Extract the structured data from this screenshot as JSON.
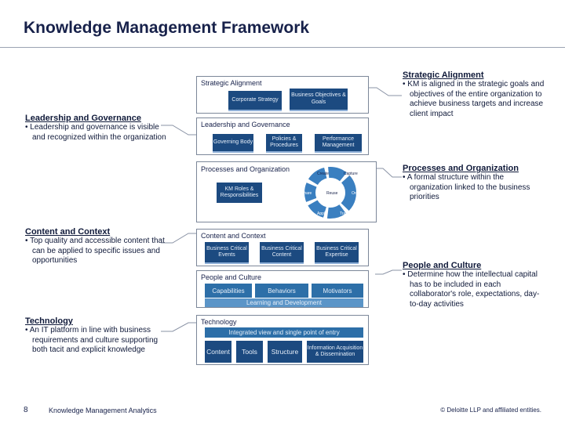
{
  "title": "Knowledge Management Framework",
  "left": {
    "leadership": {
      "heading": "Leadership and Governance",
      "bullet": "• Leadership and governance is visible and recognized within the organization"
    },
    "content": {
      "heading": "Content and Context",
      "bullet": "• Top quality and accessible content that can be applied to specific issues and opportunities"
    },
    "technology": {
      "heading": "Technology",
      "bullet": "• An IT platform in line with business requirements and culture supporting both tacit and explicit knowledge"
    }
  },
  "right": {
    "strategic": {
      "heading": "Strategic Alignment",
      "bullet": "• KM is aligned in the strategic goals and objectives of the entire organization to achieve business targets and increase client impact"
    },
    "processes": {
      "heading": "Processes and Organization",
      "bullet": "• A formal structure within the organization linked to the business priorities"
    },
    "people": {
      "heading": "People and Culture",
      "bullet": "• Determine how the intellectual capital has to be included in each collaborator's role, expectations, day-to-day activities"
    }
  },
  "diagram": {
    "strategic": {
      "label": "Strategic Alignment",
      "tiles": [
        "Corporate Strategy",
        "Business Objectives & Goals"
      ]
    },
    "leadership": {
      "label": "Leadership and Governance",
      "tiles": [
        "Governing Body",
        "Policies & Procedures",
        "Performance Management"
      ]
    },
    "processes": {
      "label": "Processes and Organization",
      "tile": "KM Roles & Responsibilities",
      "cycle": [
        "Create",
        "Capture",
        "Organize",
        "Transfer",
        "Apply",
        "Share",
        "Reuse"
      ]
    },
    "content": {
      "label": "Content and Context",
      "tiles": [
        "Business Critical Events",
        "Business Critical Content",
        "Business Critical Expertise"
      ]
    },
    "people": {
      "label": "People and Culture",
      "bars": [
        "Capabilities",
        "Behaviors",
        "Motivators"
      ],
      "base": "Learning and Development"
    },
    "technology": {
      "label": "Technology",
      "top": "Integrated view and single point of entry",
      "bars": [
        "Content",
        "Tools",
        "Structure",
        "Information Acquisition & Dissemination"
      ]
    }
  },
  "footer": {
    "page": "8",
    "left": "Knowledge Management Analytics",
    "right": "© Deloitte LLP and affiliated entities."
  },
  "colors": {
    "tile": "#1c4a80",
    "bar": "#2d6fa8",
    "cycle": "#3a7fc0",
    "title": "#17214a"
  }
}
